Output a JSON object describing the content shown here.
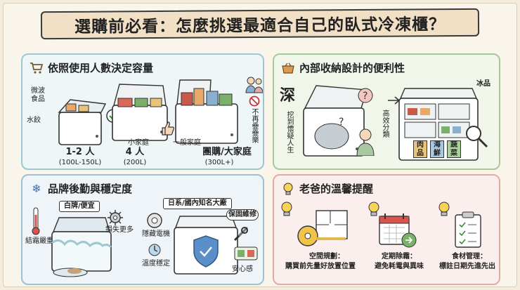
{
  "title": "選購前必看：怎麼挑選最適合自己的臥式冷凍櫃？",
  "panel_capacity": {
    "heading": "依照使用人數決定容量",
    "icon": "cart-icon",
    "labels": {
      "food_small": "微波\n食品",
      "dumplings": "水餃",
      "no_stack": "不再疊疊樂",
      "small_family": "小家庭",
      "general_family": "一般家庭"
    },
    "sizes": [
      {
        "people": "1-2 人",
        "capacity": "(100L-150L)"
      },
      {
        "people": "4 人",
        "capacity": "(200L)"
      },
      {
        "people": "團購/大家庭",
        "capacity": "(300L+)"
      }
    ]
  },
  "panel_storage": {
    "heading": "內部收納設計的便利性",
    "icon": "basket-icon",
    "deep": "深",
    "deep_note": "挖到懷疑人生",
    "efficient": "高效分類",
    "ice_items": "冰品",
    "bins": [
      "肉品",
      "海鮮",
      "蔬菜"
    ]
  },
  "panel_brand": {
    "heading": "品牌後勤與穩定度",
    "icon": "snowflake-icon",
    "cheap_tag": "白牌/便宜",
    "frost": "結霜嚴重",
    "loss": "損失更多",
    "brand_tag": "日系/國內知名大廠",
    "warranty": "保固維修",
    "hidden_motor": "隱藏電機",
    "temp_stable": "溫度穩定",
    "peace": "安心感"
  },
  "panel_tips": {
    "heading": "老爸的溫馨提醒",
    "icon": "bulb-icon",
    "tips": [
      {
        "title": "空間規劃：",
        "desc": "購買前先量好放置位置"
      },
      {
        "title": "定期除霜：",
        "desc": "避免耗電與異味"
      },
      {
        "title": "食材管理：",
        "desc": "標註日期先進先出"
      }
    ]
  },
  "colors": {
    "accent_blue": "#9ec7d3",
    "accent_green": "#aac79a",
    "accent_red": "#e1aaa4",
    "title_bg": "#f1dfc6"
  }
}
